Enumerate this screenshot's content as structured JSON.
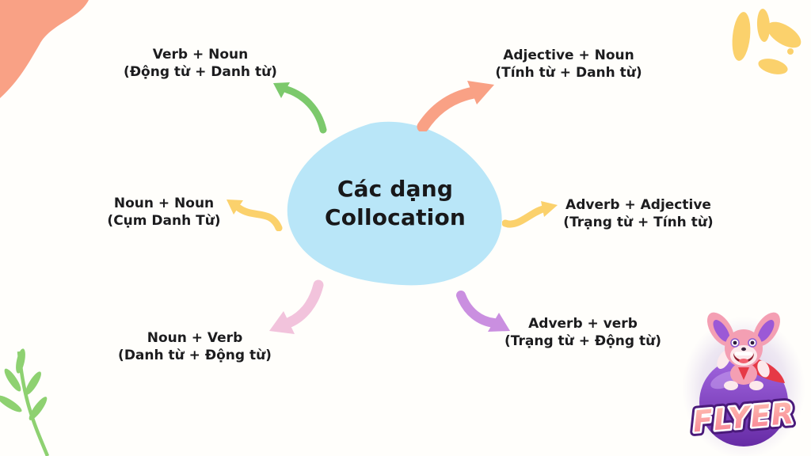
{
  "page": {
    "background": "#fffefb",
    "type": "mind-map"
  },
  "center": {
    "title_line1": "Các dạng",
    "title_line2": "Collocation",
    "fill": "#b9e6f8",
    "text_color": "#18181a"
  },
  "branches": [
    {
      "id": "verb-noun",
      "position": "top-left",
      "label_en": "Verb + Noun",
      "label_vi": "(Động từ + Danh từ)",
      "arrow_color": "#7cc96c"
    },
    {
      "id": "adjective-noun",
      "position": "top-right",
      "label_en": "Adjective + Noun",
      "label_vi": "(Tính từ + Danh từ)",
      "arrow_color": "#f9a185"
    },
    {
      "id": "noun-noun",
      "position": "middle-left",
      "label_en": "Noun + Noun",
      "label_vi": "(Cụm Danh Từ)",
      "arrow_color": "#fbd16c"
    },
    {
      "id": "adverb-adjective",
      "position": "middle-right",
      "label_en": "Adverb + Adjective",
      "label_vi": "(Trạng từ + Tính từ)",
      "arrow_color": "#fbd16c"
    },
    {
      "id": "noun-verb",
      "position": "bottom-left",
      "label_en": "Noun + Verb",
      "label_vi": "(Danh từ + Động từ)",
      "arrow_color": "#f2c3dc"
    },
    {
      "id": "adverb-verb",
      "position": "bottom-right",
      "label_en": "Adverb + verb",
      "label_vi": "(Trạng từ + Động từ)",
      "arrow_color": "#ca8fe0"
    }
  ],
  "decorations": {
    "corner_blob_color": "#f9a185",
    "splash_color": "#fbd16c",
    "leaf_color": "#8ed171"
  },
  "logo": {
    "text": "FLYER"
  }
}
